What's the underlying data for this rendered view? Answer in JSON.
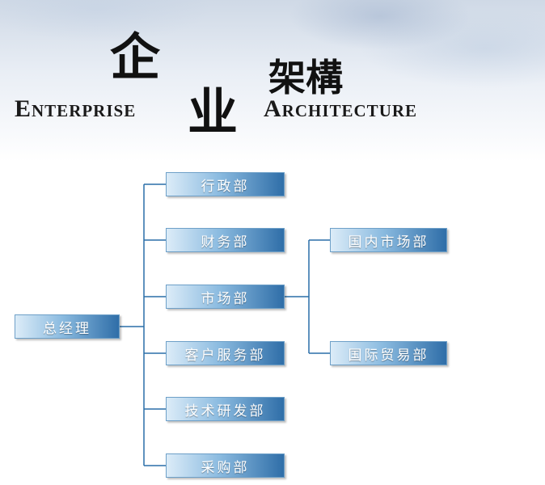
{
  "header": {
    "title_cn_char1": "企",
    "title_cn_char2": "业",
    "title_cn_sub": "架構",
    "title_en_left": "Enterprise",
    "title_en_right": "Architecture"
  },
  "org": {
    "root": "总经理",
    "level1": [
      "行政部",
      "财务部",
      "市场部",
      "客户服务部",
      "技术研发部",
      "采购部"
    ],
    "market_children": [
      "国内市场部",
      "国际贸易部"
    ]
  },
  "colors": {
    "line": "#2a6fa8",
    "box_dark": "#2f6ea8",
    "box_light": "#dcecf8"
  }
}
